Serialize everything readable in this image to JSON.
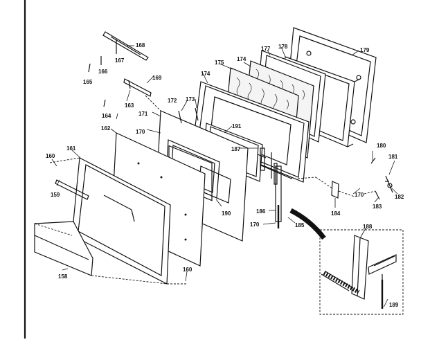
{
  "diagram": {
    "callouts": {
      "c158": "158",
      "c159": "159",
      "c160a": "160",
      "c160b": "160",
      "c161": "161",
      "c162": "162",
      "c163": "163",
      "c164": "164",
      "c165": "165",
      "c166": "166",
      "c167": "167",
      "c168": "168",
      "c169": "169",
      "c170a": "170",
      "c170b": "170",
      "c170c": "170",
      "c171": "171",
      "c172": "172",
      "c173": "173",
      "c174a": "174",
      "c174b": "174",
      "c175": "175",
      "c177": "177",
      "c178": "178",
      "c179": "179",
      "c180": "180",
      "c181": "181",
      "c182": "182",
      "c183": "183",
      "c184": "184",
      "c185": "185",
      "c186": "186",
      "c187": "187",
      "c188": "188",
      "c189": "189",
      "c190": "190",
      "c191": "191"
    }
  }
}
